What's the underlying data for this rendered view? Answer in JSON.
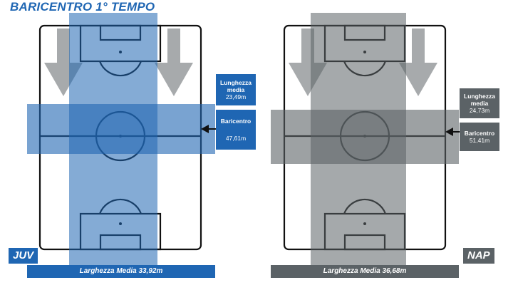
{
  "title": "BARICENTRO 1° TEMPO",
  "colors": {
    "juv": "#1f66b3",
    "juv_light": "#5b9ad6",
    "nap": "#5b6266",
    "nap_light": "#8d9397",
    "line": "#111111"
  },
  "teams": [
    {
      "tag": "JUV",
      "avg_length_label": "Lunghezza media",
      "avg_length": "23,49m",
      "baricentro_label": "Baricentro",
      "baricentro": "47,61m",
      "width_label": "Larghezza Media 33,92m"
    },
    {
      "tag": "NAP",
      "avg_length_label": "Lunghezza media",
      "avg_length": "24,73m",
      "baricentro_label": "Baricentro",
      "baricentro": "51,41m",
      "width_label": "Larghezza Media 36,68m"
    }
  ]
}
